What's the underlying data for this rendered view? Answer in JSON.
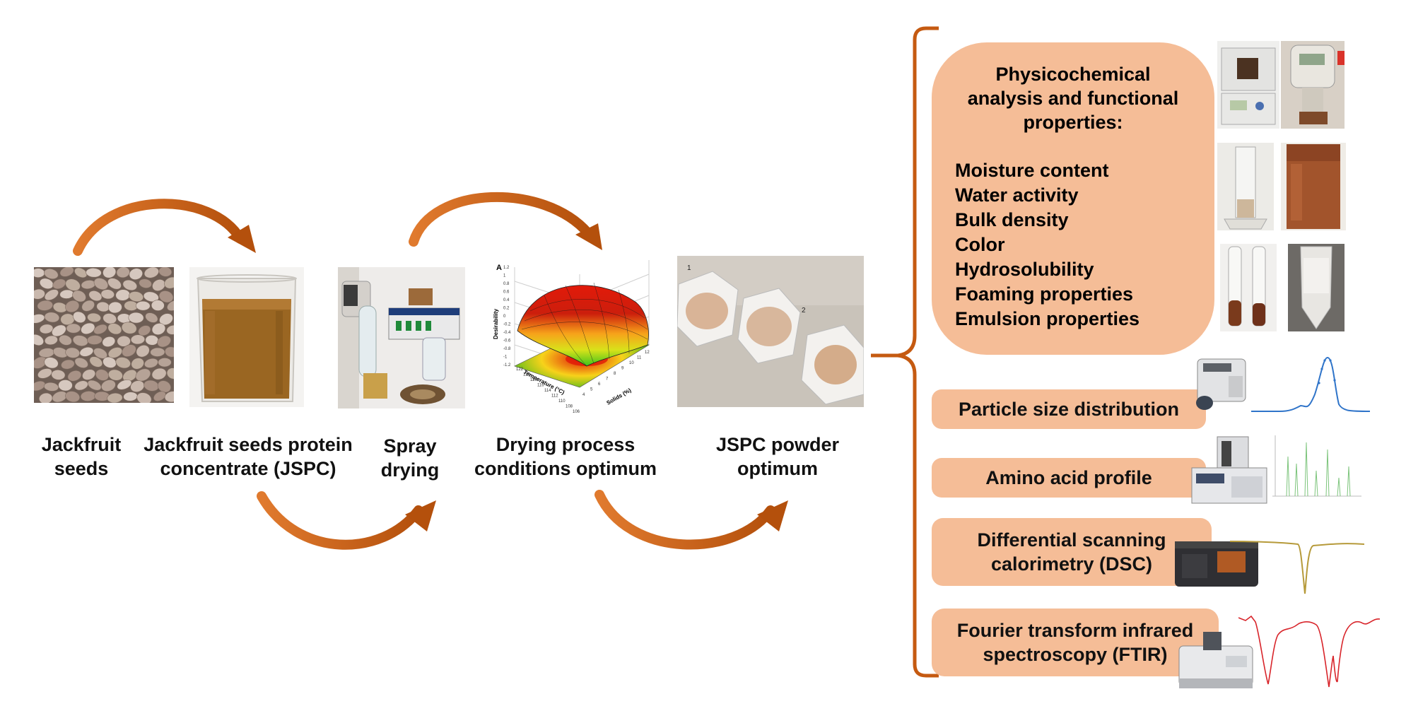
{
  "process_steps": [
    {
      "label_line1": "Jackfruit",
      "label_line2": "seeds",
      "icon": "seeds-photo"
    },
    {
      "label_line1": "Jackfruit seeds protein",
      "label_line2": "concentrate (JSPC)",
      "icon": "beaker-photo"
    },
    {
      "label_line1": "Spray",
      "label_line2": "drying",
      "icon": "spray-dryer-photo"
    },
    {
      "label_line1": "Drying process",
      "label_line2": "conditions optimum",
      "icon": "response-surface-plot"
    },
    {
      "label_line1": "JSPC powder",
      "label_line2": "optimum",
      "icon": "powder-samples-photo"
    }
  ],
  "surface_plot": {
    "panel_letter": "A",
    "z_axis": "Desirability",
    "x_axis": "Temperature (°C)",
    "y_axis": "Solids (%)",
    "z_ticks": [
      "1.2",
      "1",
      "0.8",
      "0.6",
      "0.4",
      "0.2",
      "0",
      "-0.2",
      "-0.4",
      "-0.6",
      "-0.8",
      "-1",
      "-1.2"
    ],
    "x_ticks": [
      "122",
      "120",
      "118",
      "116",
      "114",
      "112",
      "110",
      "108",
      "106"
    ],
    "y_ticks": [
      "4",
      "5",
      "6",
      "7",
      "8",
      "9",
      "10",
      "11",
      "12"
    ]
  },
  "sample_marks": [
    "1",
    "2"
  ],
  "analysis_main": {
    "title_line1": "Physicochemical",
    "title_line2": "analysis and functional",
    "title_line3": "properties:",
    "properties": [
      "Moisture content",
      "Water activity",
      "Bulk density",
      "Color",
      "Hydrosolubility",
      "Foaming properties",
      "Emulsion properties"
    ]
  },
  "analyses": [
    {
      "line1": "Particle size distribution",
      "line2": ""
    },
    {
      "line1": "Amino acid profile",
      "line2": ""
    },
    {
      "line1": "Differential scanning",
      "line2": "calorimetry (DSC)"
    },
    {
      "line1": "Fourier transform infrared",
      "line2": "spectroscopy (FTIR)"
    }
  ],
  "colors": {
    "arrow": "#c55a11",
    "box_fill": "#f5bd97",
    "bracket": "#c55a11"
  }
}
